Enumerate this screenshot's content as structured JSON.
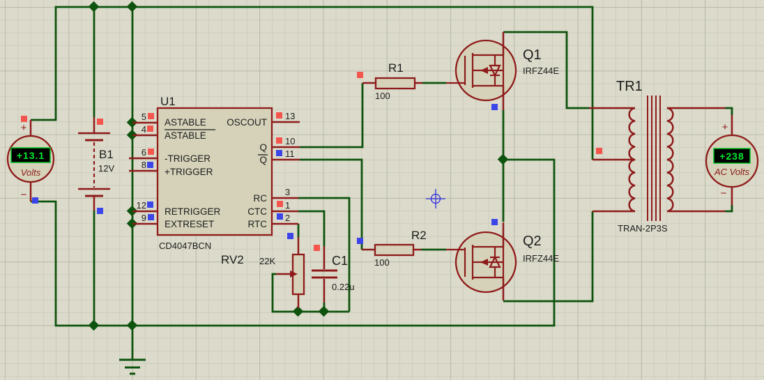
{
  "sch": {
    "meters": {
      "dc": {
        "reading": "+13.1",
        "label": "Volts",
        "plus": "+",
        "minus": "−"
      },
      "ac": {
        "reading": "+238",
        "label": "AC Volts",
        "plus": "+",
        "minus": "−"
      }
    },
    "battery": {
      "ref": "B1",
      "value": "12V"
    },
    "ic": {
      "ref": "U1",
      "part": "CD4047BCN",
      "pins_left": [
        {
          "num": "5",
          "name": "ASTABLE"
        },
        {
          "num": "4",
          "name": "ASTABLE"
        },
        {
          "num": "6",
          "name": "-TRIGGER"
        },
        {
          "num": "8",
          "name": "+TRIGGER"
        },
        {
          "num": "12",
          "name": "RETRIGGER"
        },
        {
          "num": "9",
          "name": "EXTRESET"
        }
      ],
      "pins_right": [
        {
          "num": "13",
          "name": "OSCOUT"
        },
        {
          "num": "10",
          "name": "Q"
        },
        {
          "num": "11",
          "name": "Q"
        },
        {
          "num": "3",
          "name": "RC"
        },
        {
          "num": "1",
          "name": "CTC"
        },
        {
          "num": "2",
          "name": "RTC"
        }
      ]
    },
    "resistors": [
      {
        "ref": "R1",
        "value": "100"
      },
      {
        "ref": "R2",
        "value": "100"
      }
    ],
    "mosfets": [
      {
        "ref": "Q1",
        "part": "IRFZ44E"
      },
      {
        "ref": "Q2",
        "part": "IRFZ44E"
      }
    ],
    "pot": {
      "ref": "RV2",
      "value": "22K"
    },
    "capacitor": {
      "ref": "C1",
      "value": "0.22u"
    },
    "transformer": {
      "ref": "TR1",
      "part": "TRAN-2P3S"
    },
    "colors": {
      "wire_green": "#0e530e",
      "component_red": "#8e1a1a",
      "body_fill": "#d5d2b9",
      "display_digits": "#00e831",
      "state_high": "#f4564e",
      "state_low": "#3c46e8",
      "background": "#dcdbcb"
    }
  }
}
